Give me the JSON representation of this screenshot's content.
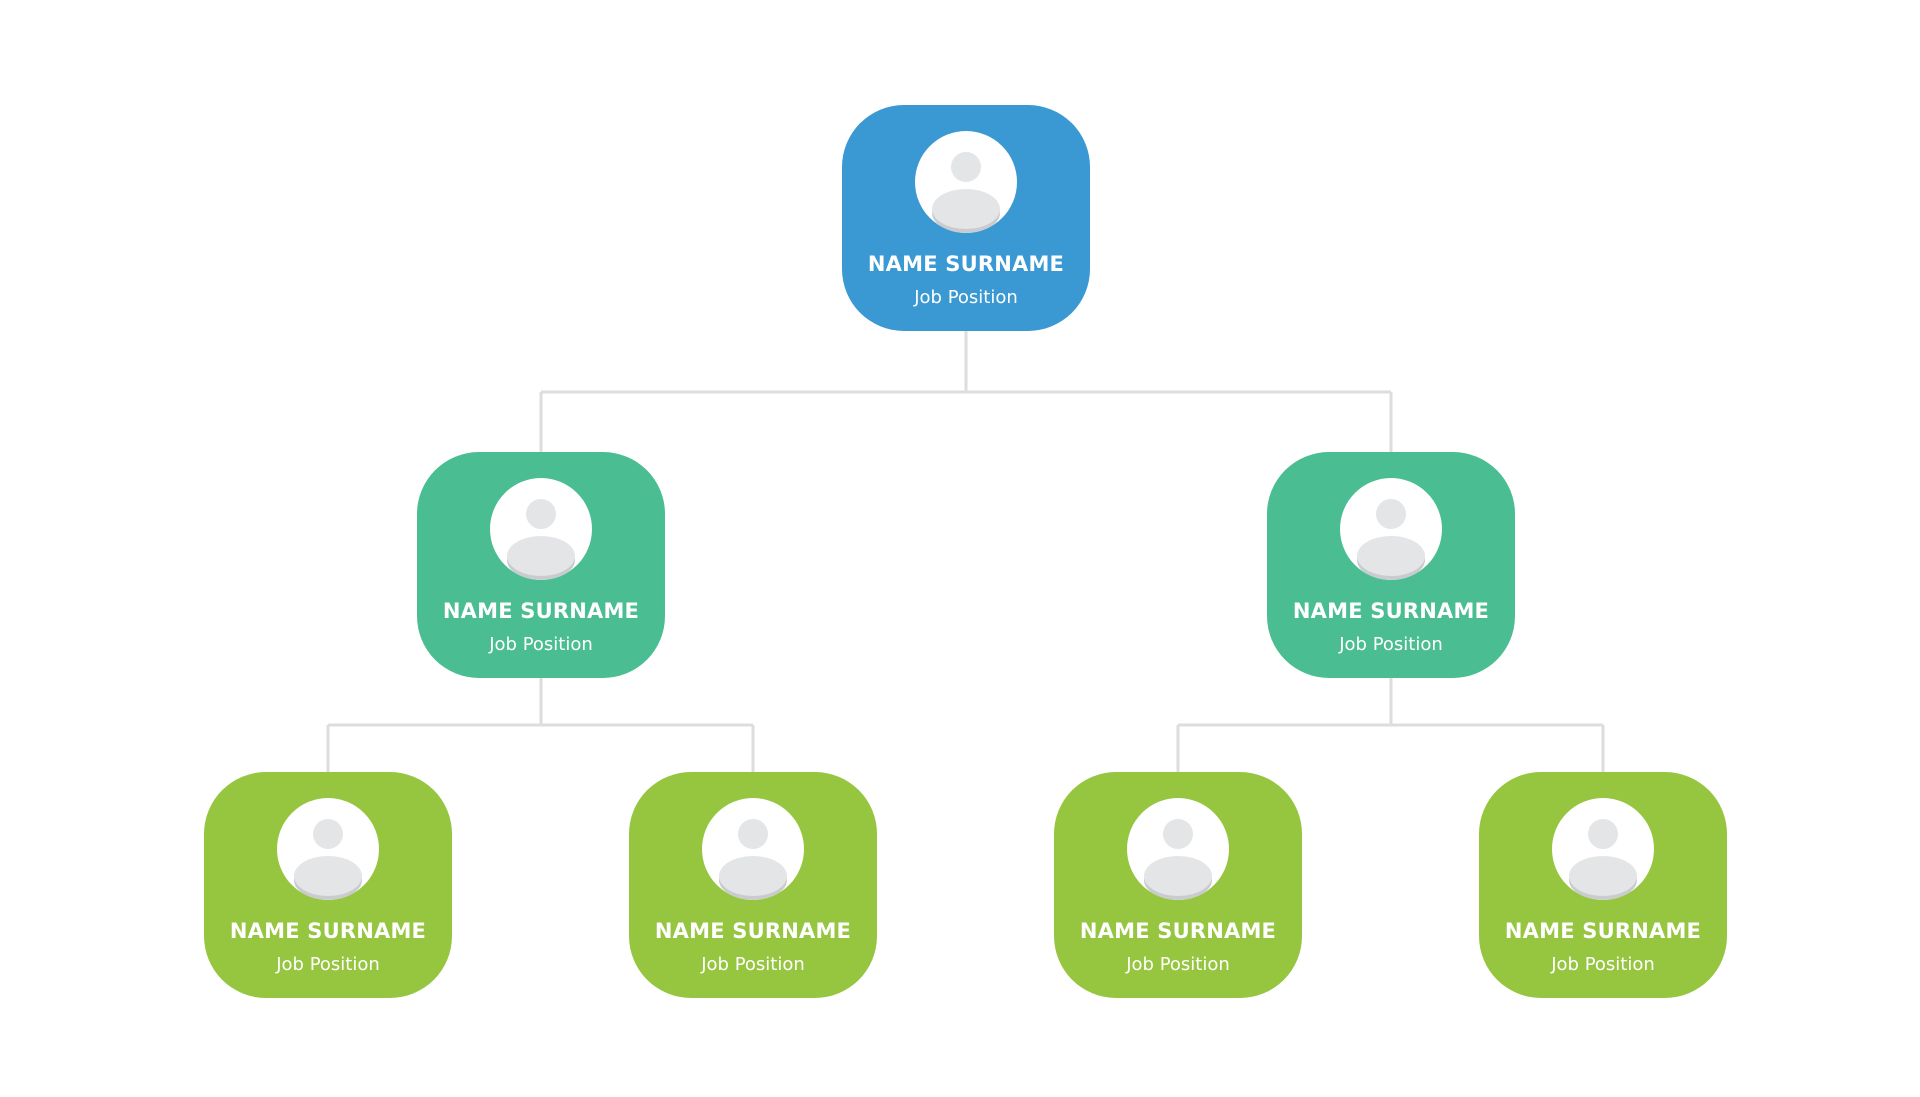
{
  "colors": {
    "level_1": "#3a99d2",
    "level_2": "#4abd93",
    "level_3": "#96c640",
    "connector": "#dddddd",
    "avatar_bg": "#ffffff",
    "avatar_figure": "#e3e5e7"
  },
  "icons": {
    "avatar": "user-avatar-icon"
  },
  "org_chart": {
    "root": {
      "name": "NAME SURNAME",
      "position": "Job Position",
      "children": [
        {
          "name": "NAME SURNAME",
          "position": "Job Position",
          "children": [
            {
              "name": "NAME SURNAME",
              "position": "Job Position"
            },
            {
              "name": "NAME SURNAME",
              "position": "Job Position"
            }
          ]
        },
        {
          "name": "NAME SURNAME",
          "position": "Job Position",
          "children": [
            {
              "name": "NAME SURNAME",
              "position": "Job Position"
            },
            {
              "name": "NAME SURNAME",
              "position": "Job Position"
            }
          ]
        }
      ]
    }
  }
}
